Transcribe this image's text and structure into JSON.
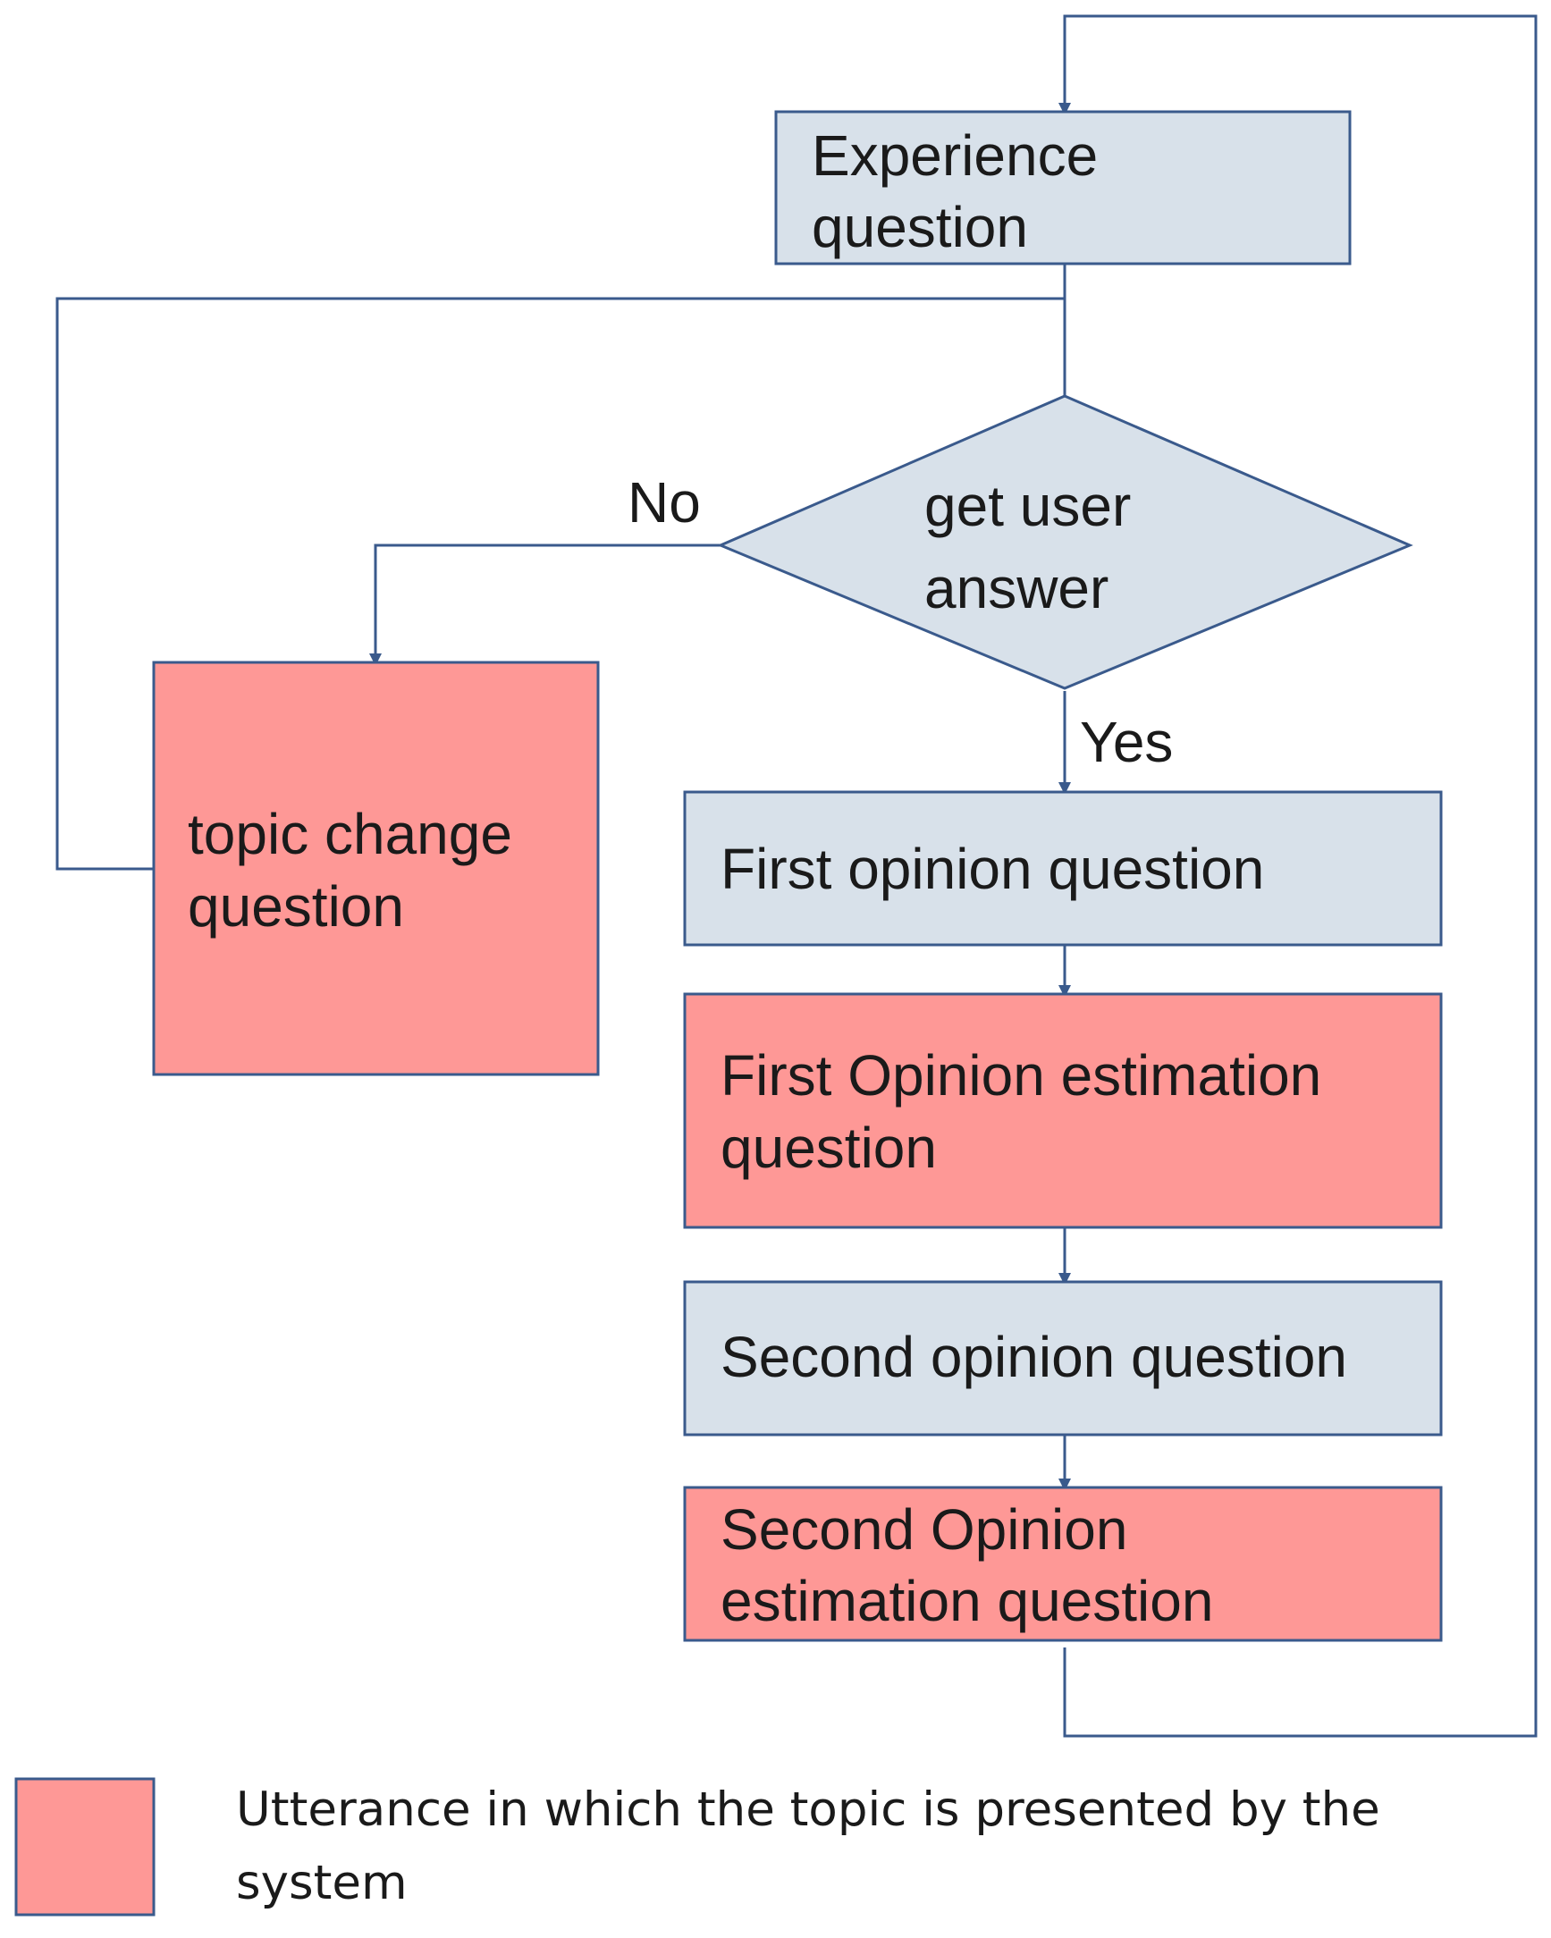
{
  "nodes": {
    "experience": [
      "Experience",
      "question"
    ],
    "decision": [
      "get user",
      "answer"
    ],
    "topic_change": [
      "topic change",
      "question"
    ],
    "first_opinion": [
      "First opinion question"
    ],
    "first_estimation": [
      "First Opinion estimation",
      "question"
    ],
    "second_opinion": [
      "Second opinion question"
    ],
    "second_estimation": [
      "Second Opinion",
      "estimation question"
    ]
  },
  "edge_labels": {
    "no": "No",
    "yes": "Yes"
  },
  "legend": {
    "label": [
      "Utterance in which the topic is presented by the",
      "system"
    ]
  },
  "colors": {
    "gray_fill": "#d8e1ea",
    "red_fill": "#fe9896",
    "stroke": "#3a5a8c"
  }
}
